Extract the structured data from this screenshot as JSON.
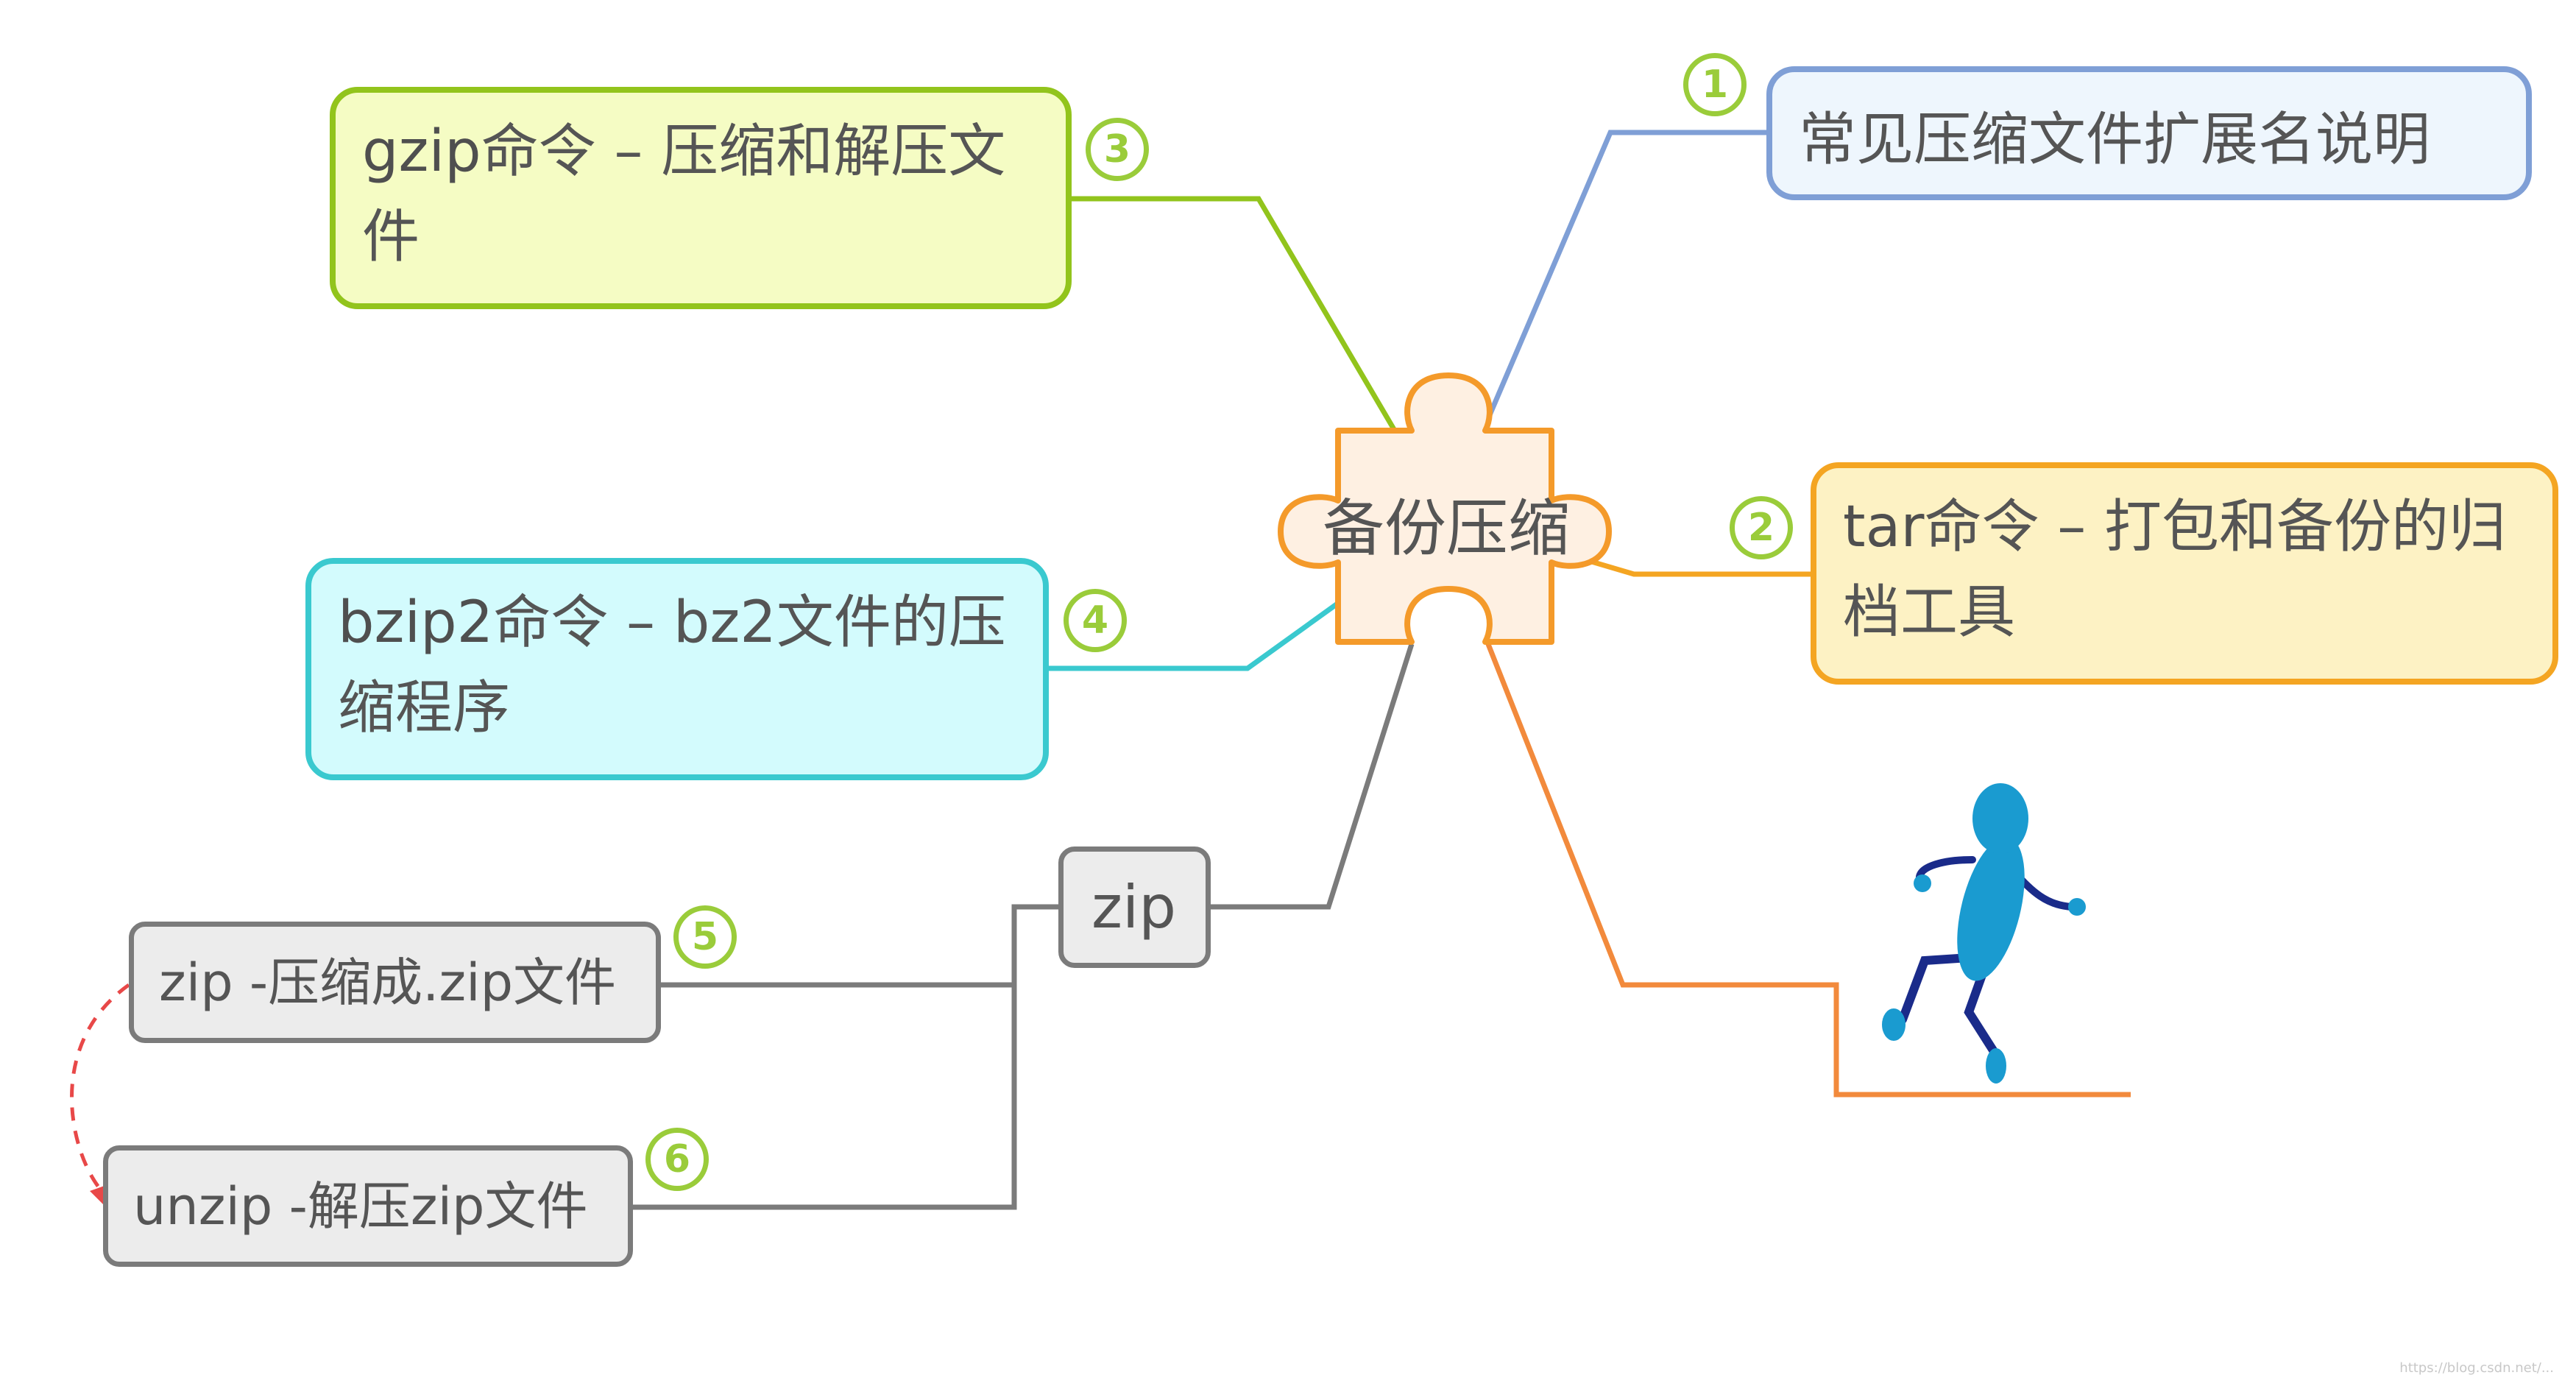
{
  "center": {
    "label": "备份压缩"
  },
  "topics": [
    {
      "id": "t1",
      "lead": "",
      "text": "常见压缩文件扩展名说明",
      "badge": "1",
      "color": "#7f9fd6",
      "fill": "#eef6fd"
    },
    {
      "id": "t2",
      "lead": "tar",
      "text": "命令 – 打包和备份的归档工具",
      "badge": "2",
      "color": "#f4a522",
      "fill": "#fdf2c4"
    },
    {
      "id": "t3",
      "lead": "gzip",
      "text": "命令 – 压缩和解压文件",
      "badge": "3",
      "color": "#92c41c",
      "fill": "#f5fcc4"
    },
    {
      "id": "t4",
      "lead": "bzip2",
      "text": "命令 – bz2文件的压缩程序",
      "badge": "4",
      "color": "#3ac9cf",
      "fill": "#d3fbfd"
    }
  ],
  "zip_branch": {
    "label": "zip",
    "children": [
      {
        "text": "zip -压缩成.zip文件",
        "badge": "5"
      },
      {
        "text": "unzip -解压zip文件",
        "badge": "6"
      }
    ]
  },
  "colors": {
    "center_border": "#f49a2a",
    "center_fill": "#fef0e2",
    "badge": "#9acc3a",
    "gray_branch": "#7b7b7b",
    "orange_branch": "#f28a3c",
    "dashed_link": "#e84848",
    "figure": "#1a9bd0",
    "figure_limbs": "#1a2b8a"
  },
  "icons": {
    "center": "puzzle-piece-icon",
    "decoration": "running-man-icon"
  },
  "watermark": "https://blog.csdn.net/..."
}
